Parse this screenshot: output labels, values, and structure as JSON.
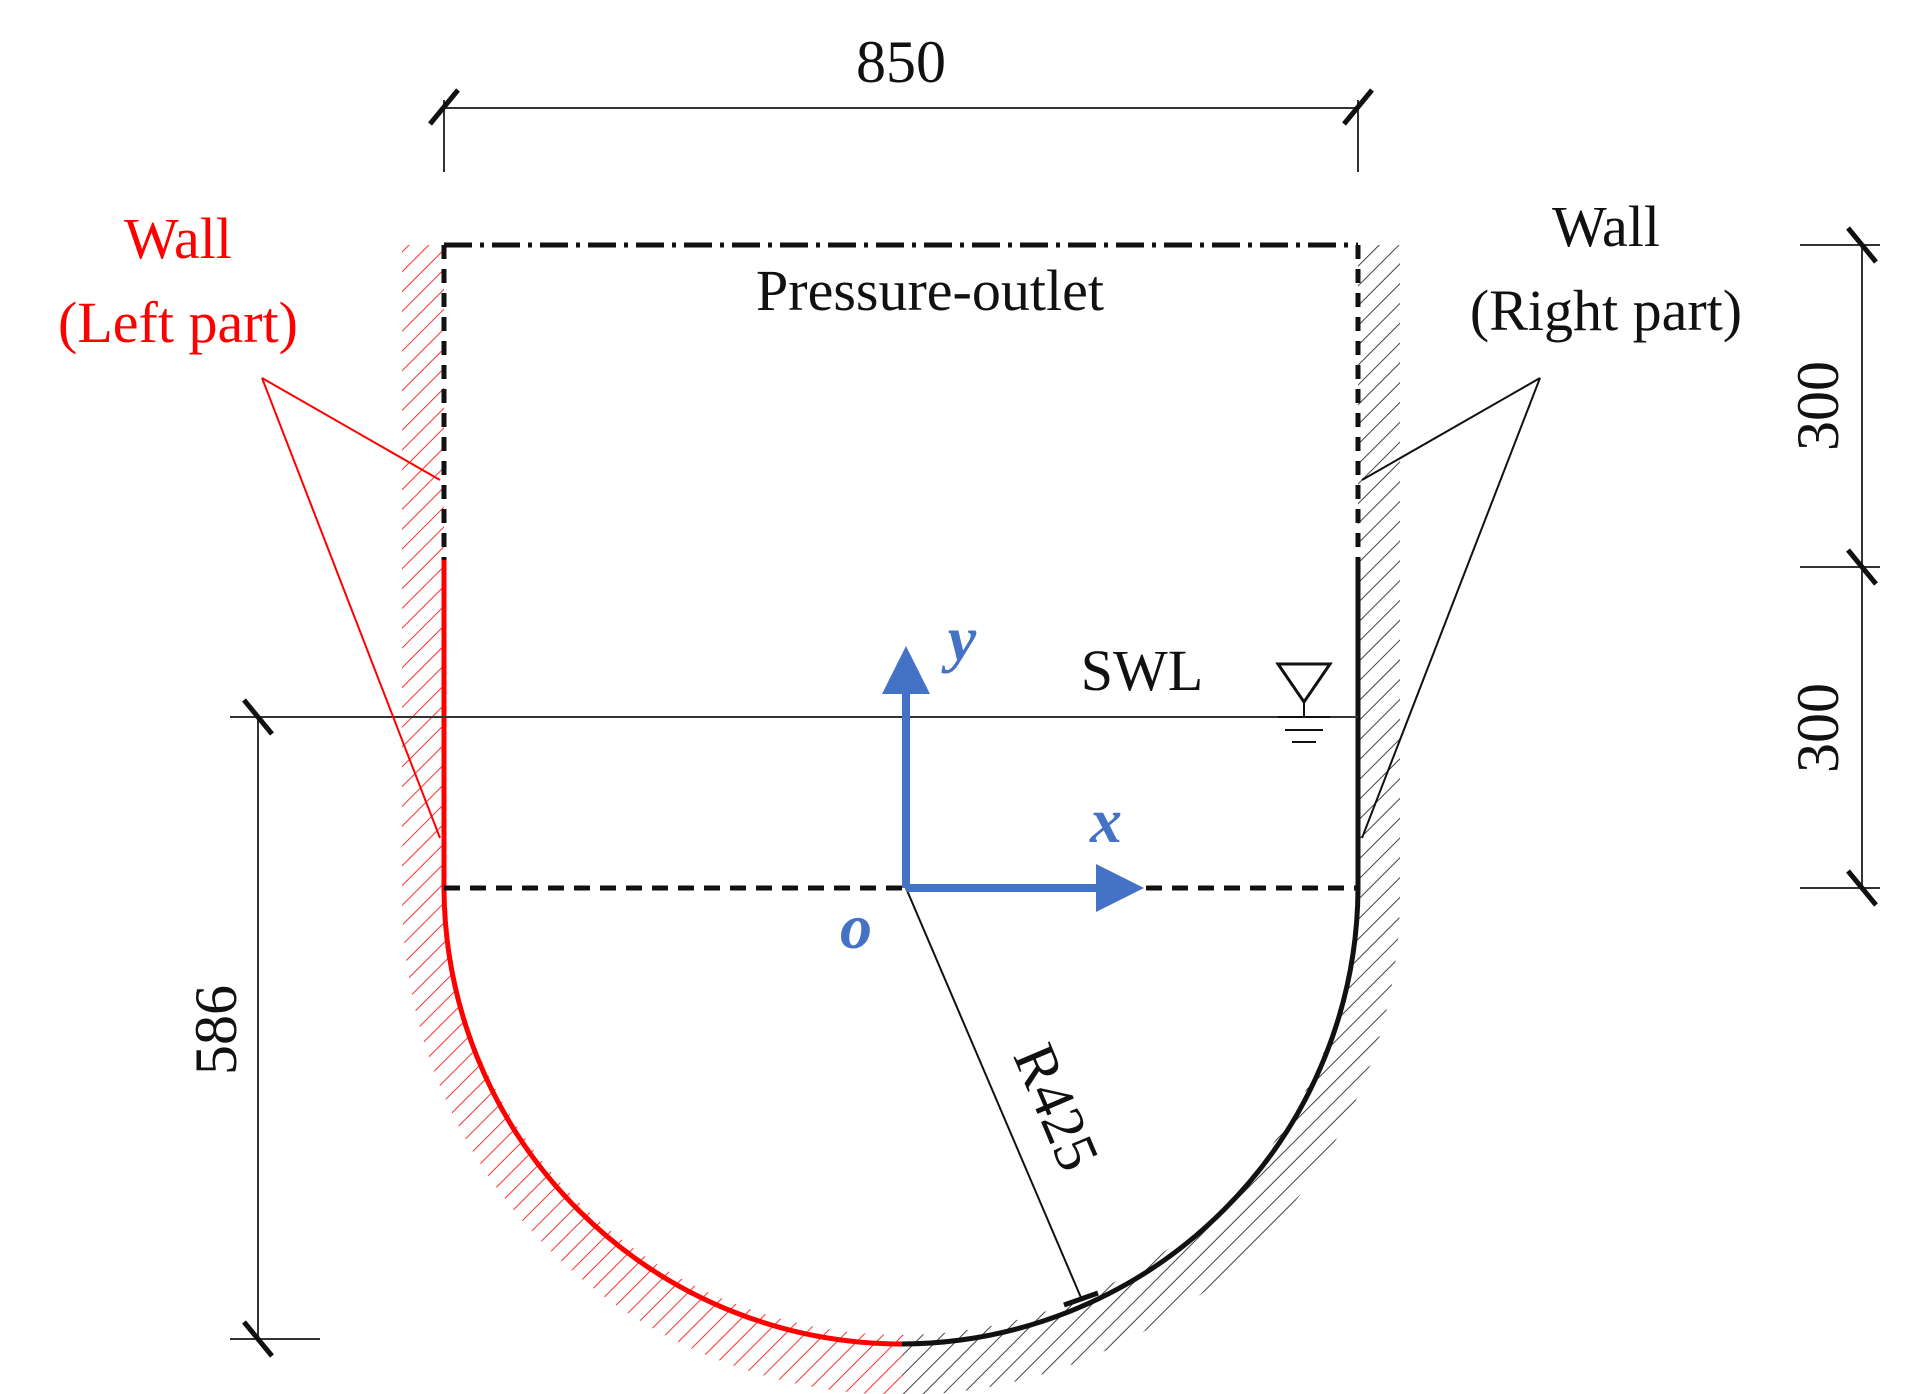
{
  "labels": {
    "width_dim": "850",
    "left_dim": "586",
    "right_dim_upper": "300",
    "right_dim_lower": "300",
    "pressure_outlet": "Pressure-outlet",
    "wall_left_line1": "Wall",
    "wall_left_line2": "(Left part)",
    "wall_right_line1": "Wall",
    "wall_right_line2": "(Right part)",
    "swl": "SWL",
    "radius": "R425",
    "axis_x": "x",
    "axis_y": "y",
    "origin": "o"
  },
  "colors": {
    "left_wall": "#ff0000",
    "right_wall": "#000000",
    "axes": "#4472c4",
    "text": "#111111"
  }
}
